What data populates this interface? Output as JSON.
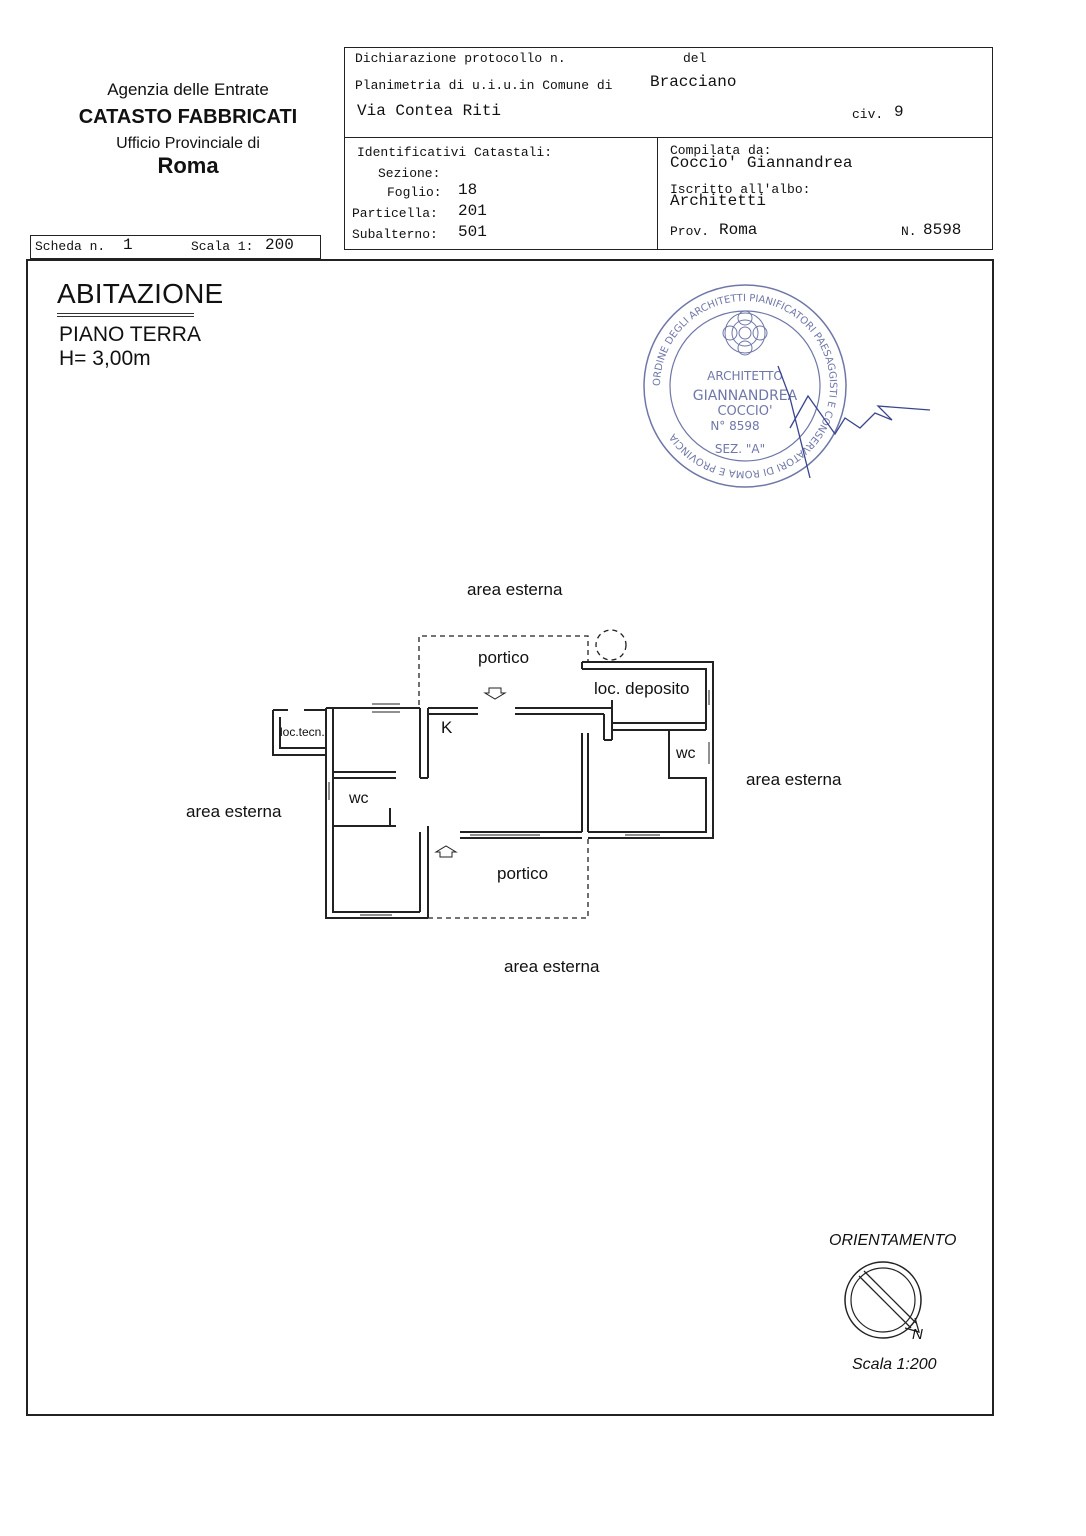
{
  "agency": {
    "line1": "Agenzia delle Entrate",
    "line2": "CATASTO FABBRICATI",
    "line3": "Ufficio Provinciale di",
    "line4": "Roma"
  },
  "scheda": {
    "scheda_label": "Scheda n.",
    "scheda_value": "1",
    "scala_label": "Scala 1:",
    "scala_value": "200"
  },
  "header": {
    "protocollo_label": "Dichiarazione protocollo n.",
    "del_label": "del",
    "planimetria_label": "Planimetria di u.i.u.in Comune di",
    "comune": "Bracciano",
    "via": "Via Contea Riti",
    "civ_label": "civ.",
    "civ_value": "9"
  },
  "identificativi": {
    "title": "Identificativi Catastali:",
    "sezione_label": "Sezione:",
    "foglio_label": "Foglio:",
    "foglio_value": "18",
    "particella_label": "Particella:",
    "particella_value": "201",
    "subalterno_label": "Subalterno:",
    "subalterno_value": "501"
  },
  "compilata": {
    "compilata_label": "Compilata da:",
    "name": "Coccio' Giannandrea",
    "iscritto_label": "Iscritto all'albo:",
    "albo": "Architetti",
    "prov_label": "Prov.",
    "prov_value": "Roma",
    "n_label": "N.",
    "n_value": "8598"
  },
  "plan": {
    "title": "ABITAZIONE",
    "floor": "PIANO TERRA",
    "height": "H= 3,00m",
    "labels": {
      "area_top": "area esterna",
      "area_left": "area esterna",
      "area_right": "area esterna",
      "area_bottom": "area esterna",
      "portico_top": "portico",
      "portico_bottom": "portico",
      "deposito": "loc. deposito",
      "loc_tecn": "loc.tecn.",
      "kitchen": "K",
      "wc_left": "wc",
      "wc_right": "wc"
    }
  },
  "stamp": {
    "ring_text": "ORDINE DEGLI ARCHITETTI PIANIFICATORI PAESAGGISTI E CONSERVATORI DI ROMA E PROVINCIA",
    "line1": "ARCHITETTO",
    "line2": "GIANNANDREA",
    "line3": "COCCIO'",
    "line4": "N° 8598",
    "line5": "SEZ. \"A\""
  },
  "orientation": {
    "title": "ORIENTAMENTO",
    "north": "N",
    "scale": "Scala 1:200"
  }
}
